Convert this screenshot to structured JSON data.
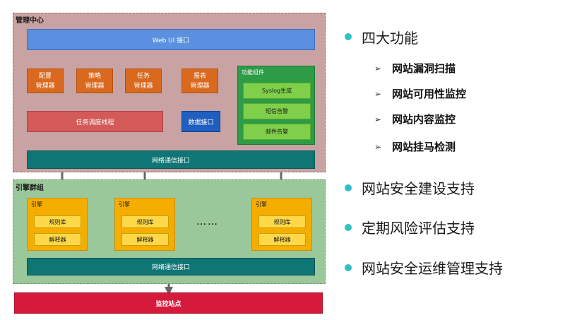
{
  "diagram": {
    "mgmt_title": "管理中心",
    "web_ui": "Web UI  接口",
    "modules": [
      {
        "line1": "配置",
        "line2": "管理器"
      },
      {
        "line1": "策略",
        "line2": "管理器"
      },
      {
        "line1": "任务",
        "line2": "管理器"
      },
      {
        "line1": "报表",
        "line2": "管理器"
      }
    ],
    "scheduler": "任务调度线程",
    "data_interface": "数据接口",
    "func_group": {
      "title": "功能组件",
      "items": [
        "Syslog生成",
        "短信告警",
        "邮件告警"
      ]
    },
    "network_interface_top": "网络通信接口",
    "engine_title": "引擎群组",
    "engines": [
      {
        "title": "引擎",
        "rules": "规则库",
        "parser": "解释器"
      },
      {
        "title": "引擎",
        "rules": "规则库",
        "parser": "解释器"
      },
      {
        "title": "引擎",
        "rules": "规则库",
        "parser": "解释器"
      }
    ],
    "ellipsis": "……",
    "network_interface_bottom": "网络通信接口",
    "monitor_site": "监控站点"
  },
  "bullets": {
    "main": "四大功能",
    "sub": [
      "网站漏洞扫描",
      "网站可用性监控",
      "网站内容监控",
      "网站挂马检测"
    ],
    "others": [
      "网站安全建设支持",
      "定期风险评估支持",
      "网站安全运维管理支持"
    ]
  },
  "colors": {
    "bullet_accent": "#30c0c8",
    "mgmt_panel": "#c9a3a3",
    "engine_panel": "#9bc89b"
  }
}
